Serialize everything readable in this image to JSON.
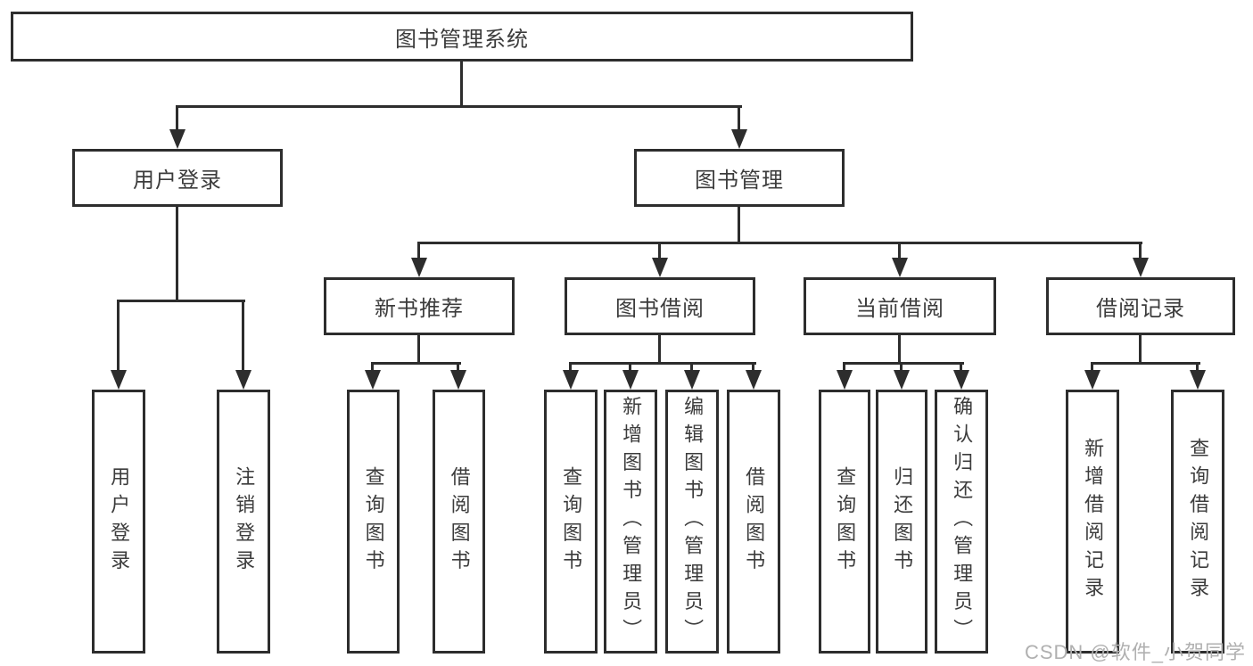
{
  "diagram": {
    "root": "图书管理系统",
    "level2": [
      "用户登录",
      "图书管理"
    ],
    "level3": [
      "新书推荐",
      "图书借阅",
      "当前借阅",
      "借阅记录"
    ],
    "leaves": {
      "user_login": [
        "用户登录",
        "注销登录"
      ],
      "new_book_recommend": [
        "查询图书",
        "借阅图书"
      ],
      "book_borrowing": [
        "查询图书",
        "新增图书（管理员）",
        "编辑图书（管理员）",
        "借阅图书"
      ],
      "current_borrowing": [
        "查询图书",
        "归还图书",
        "确认归还（管理员）"
      ],
      "borrowing_records": [
        "新增借阅记录",
        "查询借阅记录"
      ]
    }
  },
  "watermark": "CSDN @软件_小贺同学",
  "colors": {
    "line": "#2d2d2d",
    "text": "#3c3c3c",
    "watermark": "#b0b0b0",
    "background": "#ffffff"
  }
}
